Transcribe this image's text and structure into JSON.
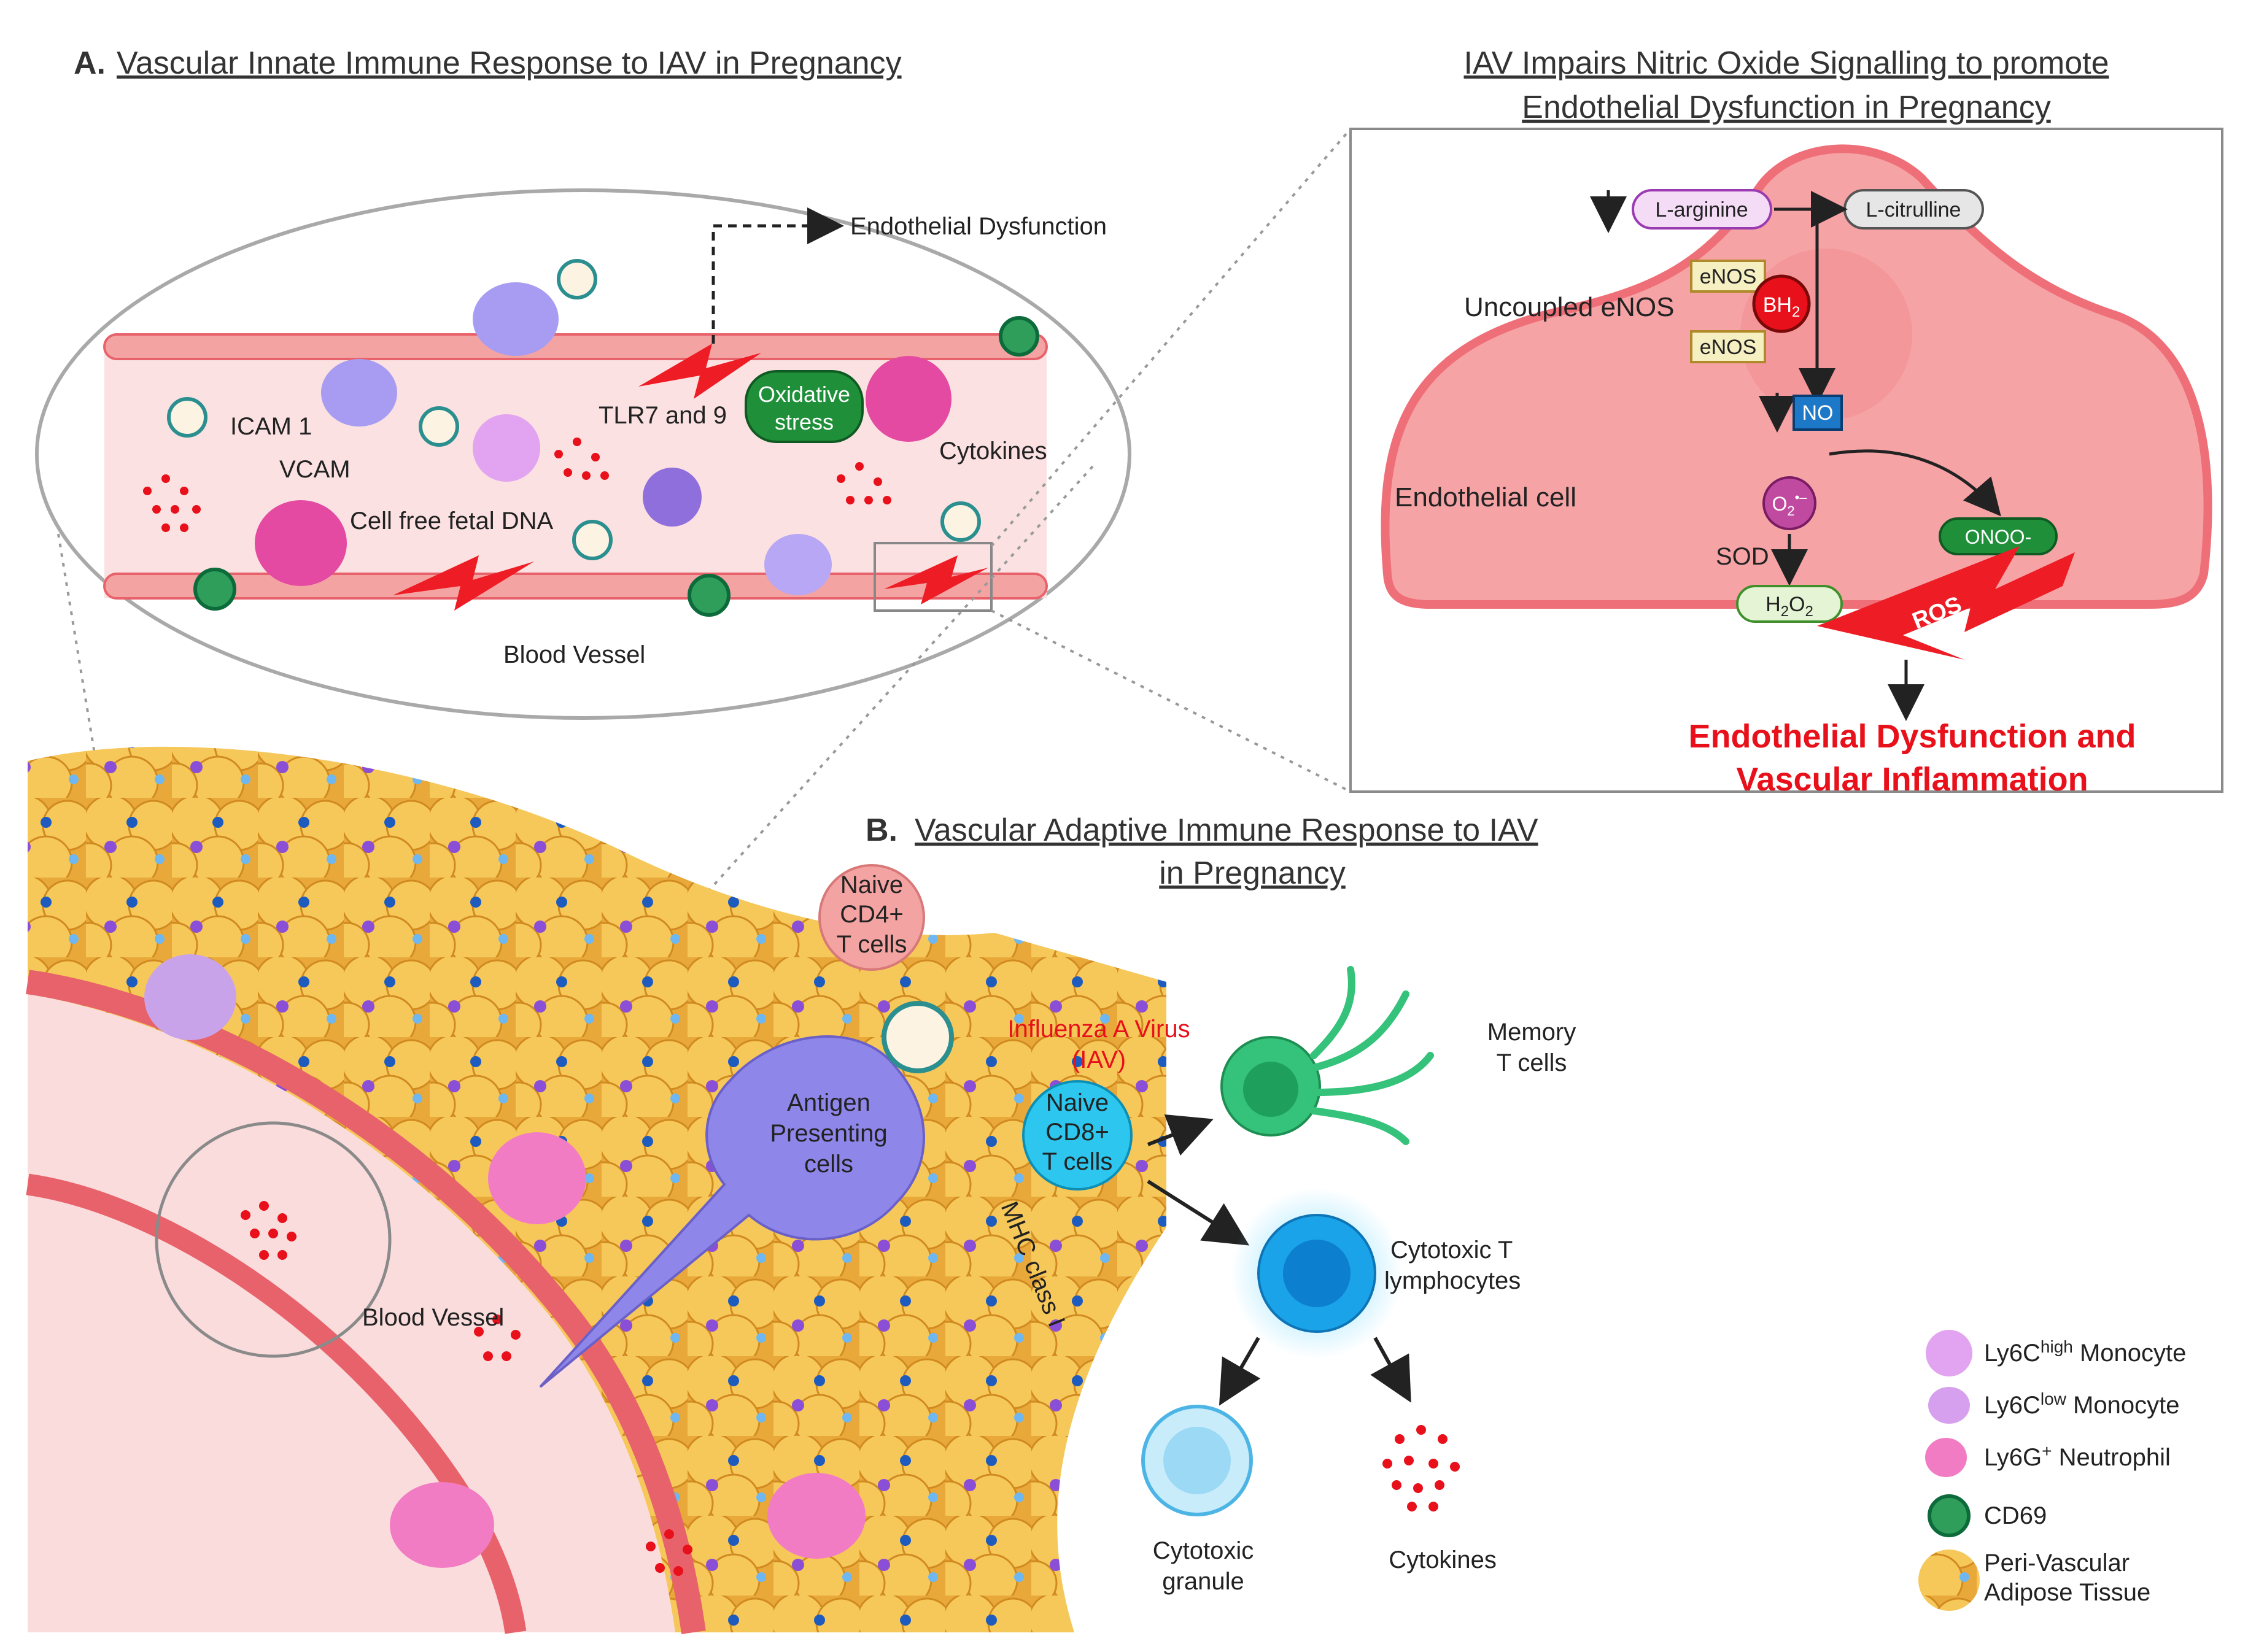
{
  "panel_a": {
    "letter": "A.",
    "title": "Vascular Innate Immune Response to IAV in Pregnancy",
    "endothelial_dysfunction": "Endothelial Dysfunction",
    "icam": "ICAM 1",
    "vcam": "VCAM",
    "tlr": "TLR7 and 9",
    "oxidative_stress_1": "Oxidative",
    "oxidative_stress_2": "stress",
    "cytokines": "Cytokines",
    "cell_free_dna": "Cell free fetal DNA",
    "blood_vessel": "Blood Vessel"
  },
  "panel_no": {
    "title_line1": "IAV Impairs Nitric Oxide Signalling to promote",
    "title_line2": "Endothelial Dysfunction in Pregnancy",
    "l_arginine": "L-arginine",
    "l_citrulline": "L-citrulline",
    "enos_top": "eNOS",
    "enos_bottom": "eNOS",
    "bh2_main": "BH",
    "bh2_sub": "2",
    "uncoupled": "Uncoupled eNOS",
    "no": "NO",
    "endothelial_cell": "Endothelial cell",
    "o2_main": "O",
    "o2_sub": "2",
    "o2_sup": "•–",
    "sod": "SOD",
    "onoo": "ONOO-",
    "h2o2_a": "H",
    "h2o2_sub1": "2",
    "h2o2_b": "O",
    "h2o2_sub2": "2",
    "ros": "ROS",
    "outcome_line1": "Endothelial Dysfunction and",
    "outcome_line2": "Vascular Inflammation"
  },
  "panel_b": {
    "letter": "B.",
    "title_line1": "Vascular Adaptive Immune Response to IAV",
    "title_line2": "in Pregnancy",
    "naive_cd4_1": "Naive",
    "naive_cd4_2": "CD4+",
    "naive_cd4_3": "T cells",
    "iav_1": "Influenza A Virus",
    "iav_2": "(IAV)",
    "apc_1": "Antigen",
    "apc_2": "Presenting",
    "apc_3": "cells",
    "naive_cd8_1": "Naive",
    "naive_cd8_2": "CD8+",
    "naive_cd8_3": "T cells",
    "mhc": "MHC class I",
    "memory_1": "Memory",
    "memory_2": "T cells",
    "ctl_1": "Cytotoxic T",
    "ctl_2": "lymphocytes",
    "granule_1": "Cytotoxic",
    "granule_2": "granule",
    "cytokines": "Cytokines",
    "blood_vessel": "Blood Vessel"
  },
  "legend": {
    "ly6c_high_a": "Ly6C",
    "ly6c_high_sup": "high",
    "ly6c_high_b": " Monocyte",
    "ly6c_low_a": "Ly6C",
    "ly6c_low_sup": "low",
    "ly6c_low_b": " Monocyte",
    "ly6g_a": "Ly6G",
    "ly6g_sup": "+",
    "ly6g_b": " Neutrophil",
    "cd69": "CD69",
    "pvat_1": "Peri-Vascular",
    "pvat_2": "Adipose Tissue"
  },
  "colors": {
    "vessel_wall": "#e8626b",
    "vessel_lumen": "#fbdcdc",
    "endothelial_cell": "#f6a6a6",
    "adipose": "#f4c150",
    "apc": "#9b8fe8",
    "naive_cd4": "#f4a3a3",
    "naive_cd8": "#2cc6ef",
    "memory_t": "#35c27a",
    "ctl": "#1aa3e8",
    "outcome_red": "#e8101a",
    "oxidative": "#1f8f3a"
  }
}
